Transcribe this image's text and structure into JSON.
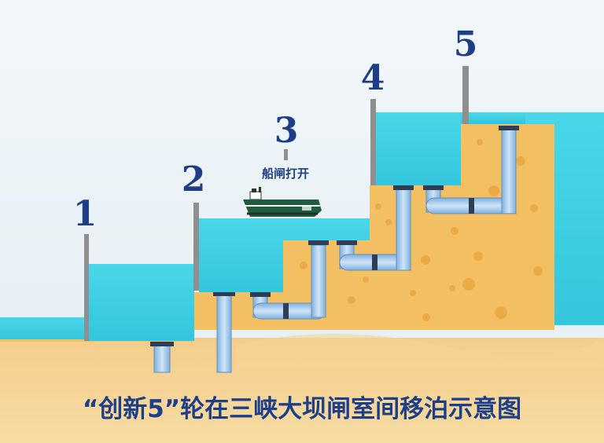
{
  "caption": "“创新5”轮在三峡大坝闸室间移泊示意图",
  "gate_status": "船闸打开",
  "gate_numbers": [
    "1",
    "2",
    "3",
    "4",
    "5"
  ],
  "ship_marking": "",
  "colors": {
    "water": "#3fcfe3",
    "sand": "#f5c06c",
    "pipe": "#9cc4ea",
    "gate": "#8f8f8f",
    "text": "#1d3d86",
    "sky": "#eef4f8"
  }
}
